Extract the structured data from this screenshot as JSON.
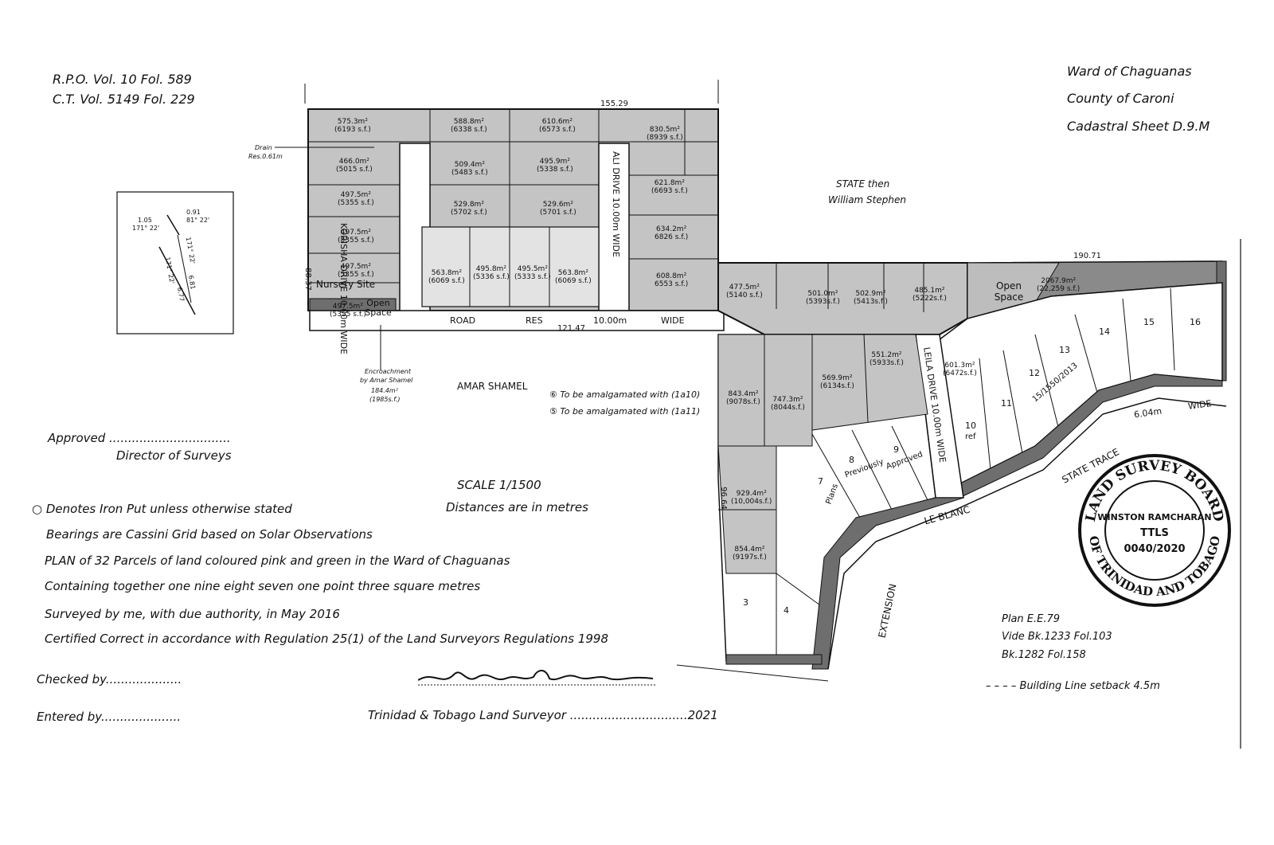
{
  "header_left": {
    "rpo": "R.P.O. Vol.  10    Fol.  589",
    "ct": "C.T. Vol.   5149    Fol.  229"
  },
  "header_right": {
    "ward": "Ward  of  Chaguanas",
    "county": "County  of  Caroni",
    "cadastral": "Cadastral  Sheet    D.9.M"
  },
  "map_labels": {
    "state": "STATE then",
    "william": "William Stephen",
    "amar": "AMAR SHAMEL",
    "drain": "Drain",
    "drain_res": "Res.0.61m",
    "encroachment": "Encroachment",
    "by_amar": "by Amar Shamel",
    "enc_area": "184.4m²",
    "enc_sf": "(1985s.f.)",
    "road": "ROAD",
    "res": "RES",
    "road_width": "10.00m",
    "wide": "WIDE",
    "korisha": "KORISHA DRIVE 10.00m WIDE",
    "ali": "ALI DRIVE 10.00m WIDE",
    "leila": "LEILA DRIVE 10.00m WIDE",
    "le_blanc": "LE BLANC",
    "extension": "EXTENSION",
    "state_trace": "STATE TRACE",
    "trace_width": "6.04m",
    "trace_wide": "WIDE",
    "open_space_1": "Open Space",
    "open_space_2": "Open Space",
    "nursery": "Nursery Site",
    "amalg_1": "⑥  To be amalgamated with (1a10)",
    "amalg_2": "⑤  To be amalgamated with (1a11)",
    "plans": "Plans",
    "previously": "Previously",
    "approved": "Approved",
    "ref": "ref",
    "ref_num": "15/1550/2013",
    "dim_1": "155.29",
    "dim_2": "190.71",
    "dim_3": "121.47",
    "dim_4": "96.64",
    "dim_5": "88.37"
  },
  "parcels": [
    {
      "id": "1e",
      "area": "575.3m²",
      "sf": "(6193 s.f.)"
    },
    {
      "id": "1f",
      "area": "588.8m²",
      "sf": "(6338 s.f.)"
    },
    {
      "id": "1g",
      "area": "610.6m²",
      "sf": "(6573 s.f.)"
    },
    {
      "id": "1i",
      "area": "830.5m²",
      "sf": "(8939 s.f.)"
    },
    {
      "id": "1b",
      "area": "466.0m²",
      "sf": "(5015 s.f.)"
    },
    {
      "id": "1c",
      "area": "509.4m²",
      "sf": "(5483 s.f.)"
    },
    {
      "id": "1d",
      "area": "495.9m²",
      "sf": "(5338 s.f.)"
    },
    {
      "id": "1v",
      "area": "621.8m²",
      "sf": "(6693 s.f.)"
    },
    {
      "id": "1c2",
      "area": "497.5m²",
      "sf": "(5355 s.f.)"
    },
    {
      "id": "1j",
      "area": "529.8m²",
      "sf": "(5702 s.f.)"
    },
    {
      "id": "1r",
      "area": "529.6m²",
      "sf": "(5701 s.f.)"
    },
    {
      "id": "1w",
      "area": "634.2m²",
      "sf": "6826 s.f.)"
    },
    {
      "id": "1d2",
      "area": "497.5m²",
      "sf": "(5355 s.f.)"
    },
    {
      "id": "1k",
      "area": "563.8m²",
      "sf": "(6069 s.f.)"
    },
    {
      "id": "1m",
      "area": "495.8m²",
      "sf": "(5336 s.f.)"
    },
    {
      "id": "1a",
      "area": "495.5m²",
      "sf": "(5333 s.f.)"
    },
    {
      "id": "1t",
      "area": "563.8m²",
      "sf": "(6069 s.f.)"
    },
    {
      "id": "1y",
      "area": "608.8m²",
      "sf": "6553 s.f.)"
    },
    {
      "id": "1e2",
      "area": "497.5m²",
      "sf": "(5355 s.f.)"
    },
    {
      "id": "1f2",
      "area": "497.5m²",
      "sf": "(5355 s.f.)"
    },
    {
      "id": "1a1",
      "area": "477.5m²",
      "sf": "(5140 s.f.)"
    },
    {
      "id": "1a2",
      "area": "501.0m²",
      "sf": "(5393s.f.)"
    },
    {
      "id": "1a3",
      "area": "502.9m²",
      "sf": "(5413s.f.)"
    },
    {
      "id": "1a4",
      "area": "485.1m²",
      "sf": "(5222s.f.)"
    },
    {
      "id": "Open",
      "area": "2067.9m²",
      "sf": "(22,259 s.f.)"
    },
    {
      "id": "1a5",
      "area": "601.3m²",
      "sf": "(6472s.f.)"
    },
    {
      "id": "1a6",
      "area": "551.2m²",
      "sf": "(5933s.f.)"
    },
    {
      "id": "1a7",
      "area": "569.9m²",
      "sf": "(6134s.f.)"
    },
    {
      "id": "1a8",
      "area": "747.3m²",
      "sf": "(8044s.f.)"
    },
    {
      "id": "1a9",
      "area": "843.4m²",
      "sf": "(9078s.f.)"
    },
    {
      "id": "6",
      "area": "929.4m²",
      "sf": "(10,004s.f.)"
    },
    {
      "id": "5",
      "area": "854.4m²",
      "sf": "(9197s.f.)"
    }
  ],
  "lot_numbers": [
    "3",
    "4",
    "7",
    "8",
    "9",
    "10",
    "11",
    "12",
    "13",
    "14",
    "15",
    "16"
  ],
  "notes": {
    "approved": "Approved ................................",
    "director": "Director of Surveys",
    "scale": "SCALE        1/1500",
    "distances": "Distances are in metres",
    "iron_put": "○  Denotes Iron Put unless otherwise stated",
    "bearings": "Bearings are Cassini Grid based on Solar Observations",
    "plan_of": "PLAN of 32 Parcels of land coloured pink and green in the Ward of Chaguanas",
    "containing": "Containing together one nine eight seven one point three square metres",
    "surveyed": "Surveyed by me, with due authority, in May 2016",
    "certified": "Certified Correct in accordance with Regulation 25(1) of the Land Surveyors Regulations 1998",
    "checked": "Checked by....................",
    "entered": "Entered by.....................",
    "surveyor": "Trinidad & Tobago Land Surveyor ...............................2021",
    "plan_ee": "Plan E.E.79",
    "vide": "Vide Bk.1233 Fol.103",
    "bk": "Bk.1282 Fol.158",
    "building_line": "– – – – Building Line setback 4.5m"
  },
  "stamp": {
    "top": "LAND SURVEY BOARD",
    "bottom": "OF TRINIDAD AND TOBAGO",
    "name": "WINSTON RAMCHARAN",
    "ttls": "TTLS",
    "num": "0040/2020"
  },
  "inset": {
    "a": "1.05",
    "b": "171° 22'",
    "c": "0.91",
    "d": "81° 22'",
    "e": "171° 22'",
    "f": "6.81",
    "g": "171° 22'",
    "h": "6.77"
  },
  "colors": {
    "ink": "#111111",
    "shade": "#bdbdbd",
    "dark": "#6e6e6e",
    "road": "#ffffff"
  }
}
